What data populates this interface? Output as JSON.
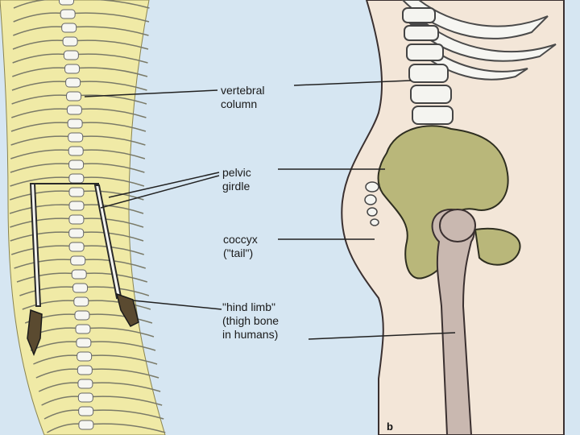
{
  "labels": {
    "vertebral_column": "vertebral\ncolumn",
    "pelvic_girdle": "pelvic\ngirdle",
    "coccyx": "coccyx\n(\"tail\")",
    "hind_limb": "\"hind limb\"\n(thigh bone\nin humans)"
  },
  "panel_letter": "b",
  "colors": {
    "background": "#d6e6f2",
    "snake_body": "#f0eaa6",
    "bone_white": "#f4f4f0",
    "bone_green": "#b9b77a",
    "human_skin": "#f3e6d8",
    "femur": "#c9b8b0"
  }
}
